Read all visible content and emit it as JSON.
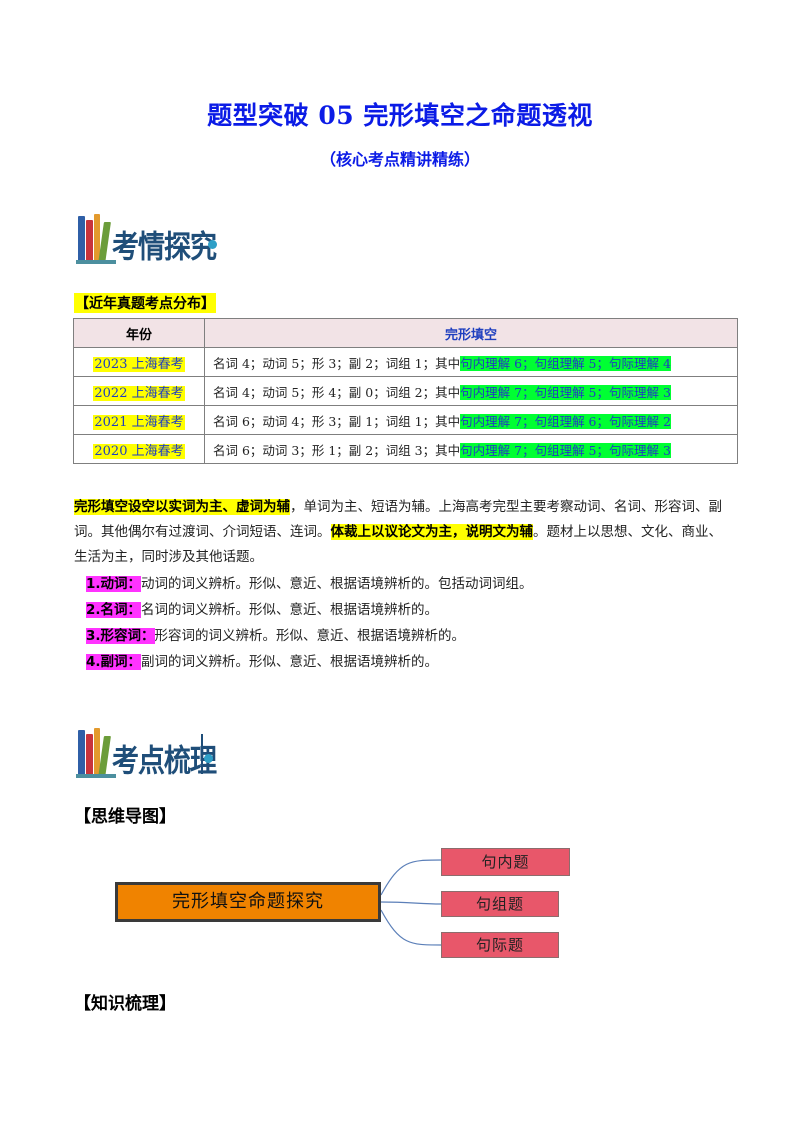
{
  "title": "题型突破 05 完形填空之命题透视",
  "subtitle": "（核心考点精讲精练）",
  "section1_logo": "考情探究",
  "section2_logo": "考点梳理",
  "dist_label": "【近年真题考点分布】",
  "table": {
    "headers": [
      "年份",
      "完形填空"
    ],
    "rows": [
      {
        "year": "2023 上海春考",
        "plain": "名词 4；动词 5；形 3；副 2；词组 1；其中",
        "green": "句内理解 6；句组理解 5；句际理解 4"
      },
      {
        "year": "2022 上海春考",
        "plain": "名词 4；动词 5；形 4；副 0；词组 2；其中",
        "green": "句内理解 7；句组理解 5；句际理解 3"
      },
      {
        "year": "2021 上海春考",
        "plain": "名词 6；动词 4；形 3；副 1；词组 1；其中",
        "green": "句内理解 7；句组理解 6；句际理解 2"
      },
      {
        "year": "2020 上海春考",
        "plain": "名词 6；动词 3；形 1；副 2；词组 3；其中",
        "green": "句内理解 7；句组理解 5；句际理解 3"
      }
    ]
  },
  "paragraph": {
    "hl1": "完形填空设空以实词为主、虚词为辅",
    "t1": "，单词为主、短语为辅。上海高考完型主要考察动词、名词、形容词、副词。其他偶尔有过渡词、介词短语、连词。",
    "hl2": "体裁上以议论文为主，说明文为辅",
    "t2": "。题材上以思想、文化、商业、生活为主，同时涉及其他话题。"
  },
  "items": [
    {
      "tag": "1.动词：",
      "text": "动词的词义辨析。形似、意近、根据语境辨析的。包括动词词组。"
    },
    {
      "tag": "2.名词：",
      "text": "名词的词义辨析。形似、意近、根据语境辨析的。"
    },
    {
      "tag": "3.形容词：",
      "text": "形容词的词义辨析。形似、意近、根据语境辨析的。"
    },
    {
      "tag": "4.副词：",
      "text": "副词的词义辨析。形似、意近、根据语境辨析的。"
    }
  ],
  "mindmap_label": "【思维导图】",
  "knowledge_label": "【知识梳理】",
  "mindmap": {
    "root": "完形填空命题探究",
    "children": [
      "句内题",
      "句组题",
      "句际题"
    ]
  },
  "colors": {
    "title_blue": "#0b1be6",
    "highlight_yellow": "#ffff00",
    "highlight_green": "#00ff33",
    "highlight_magenta": "#ff33ff",
    "mindmap_root": "#f08300",
    "mindmap_child": "#e8576a"
  }
}
